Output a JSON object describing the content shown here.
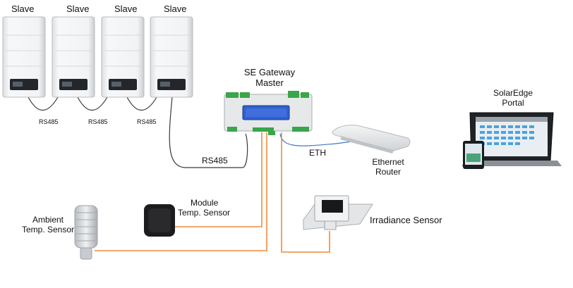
{
  "inverters": {
    "labels": [
      "Slave",
      "Slave",
      "Slave",
      "Slave"
    ],
    "links": [
      "RS485",
      "RS485",
      "RS485"
    ]
  },
  "bus_label": "RS485",
  "gateway": {
    "line1": "SE Gateway",
    "line2": "Master"
  },
  "eth_label": "ETH",
  "router": {
    "line1": "Ethernet",
    "line2": "Router"
  },
  "portal": {
    "line1": "SolarEdge",
    "line2": "Portal"
  },
  "module_sensor": {
    "line1": "Module",
    "line2": "Temp. Sensor"
  },
  "irradiance_sensor": {
    "label": "Irradiance Sensor"
  },
  "ambient_sensor": {
    "line1": "Ambient",
    "line2": "Temp. Sensor"
  },
  "colors": {
    "sensor_cable": "#ee8a3c",
    "rs485_cable": "#3a3a3a",
    "eth_cable": "#3b78c4",
    "inverter_body": "#f1f2f3",
    "gateway_display": "#2f5fd0",
    "terminal_green": "#3aa54a"
  }
}
